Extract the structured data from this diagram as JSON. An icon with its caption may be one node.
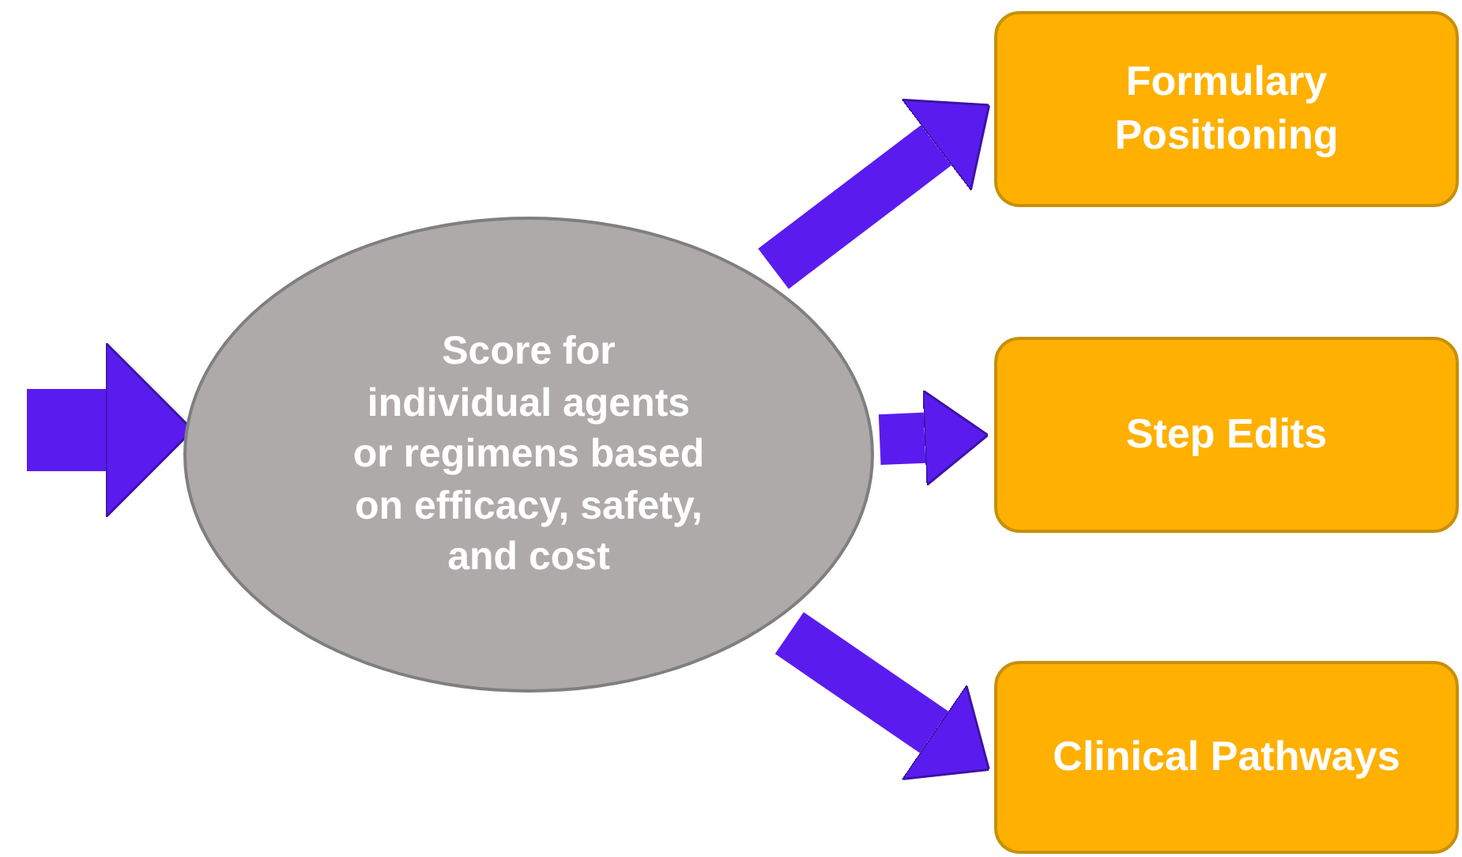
{
  "diagram": {
    "nodes": [
      {
        "text": [
          "Score for individual agents or regimens based on efficacy, safety, and cost"
        ]
      },
      {
        "text": [
          "Formulary Positioning"
        ]
      },
      {
        "text": [
          "Step Edits"
        ]
      },
      {
        "text": [
          "Clinical Pathways"
        ]
      }
    ],
    "edges": [
      {
        "from": null,
        "to": 0,
        "arrow": "to"
      },
      {
        "from": 0,
        "to": 1,
        "arrow": "to"
      },
      {
        "from": 0,
        "to": 2,
        "arrow": "to"
      },
      {
        "from": 0,
        "to": 3,
        "arrow": "to"
      }
    ]
  }
}
